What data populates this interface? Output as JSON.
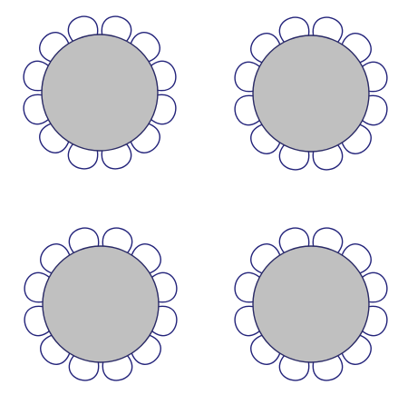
{
  "colors": {
    "background": "#ffffff",
    "petal_stroke": "#23237a",
    "petal_fill": "#ffffff",
    "center_fill": "#c0c0c0",
    "center_stroke": "#2a2a66"
  },
  "diagram": {
    "type": "flower-icons",
    "count": 4,
    "petals_per_flower": 12
  }
}
